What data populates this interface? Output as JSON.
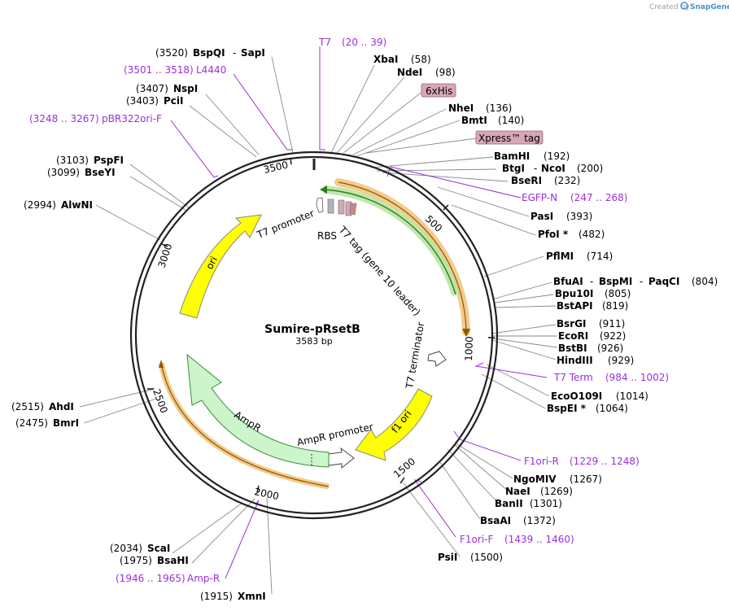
{
  "header": {
    "created_by": "Created by",
    "brand": "SnapGene"
  },
  "plasmid": {
    "name": "Sumire-pRsetB",
    "length_label": "3583 bp"
  },
  "ticks": [
    "500",
    "1000",
    "1500",
    "2000",
    "2500",
    "3000",
    "3500"
  ],
  "features": {
    "t7_promoter": "T7 promoter",
    "rbs": "RBS",
    "t7_tag": "T7 tag (gene 10 leader)",
    "t7_terminator": "T7 terminator",
    "f1_ori": "f1 ori",
    "ampr_promoter": "AmpR promoter",
    "ampr": "AmpR",
    "ori": "ori"
  },
  "boxed": {
    "his": "6xHis",
    "xpress": "Xpress™ tag"
  },
  "sites": {
    "bspqi_num": "(3520)",
    "bspqi": "BspQI",
    "dash1": "-",
    "sapi": "SapI",
    "xbai": "XbaI",
    "xbai_num": "(58)",
    "ndei": "NdeI",
    "ndei_num": "(98)",
    "nspi_num": "(3407)",
    "nspi": "NspI",
    "pcii_num": "(3403)",
    "pcii": "PciI",
    "nhei": "NheI",
    "nhei_num": "(136)",
    "bmti": "BmtI",
    "bmti_num": "(140)",
    "pspfi_num": "(3103)",
    "pspfi": "PspFI",
    "bseyi_num": "(3099)",
    "bseyi": "BseYI",
    "bamhi": "BamHI",
    "bamhi_num": "(192)",
    "btgi": "BtgI",
    "dash2": "-",
    "ncoi": "NcoI",
    "btgi_num": "(200)",
    "bseri": "BseRI",
    "bseri_num": "(232)",
    "alwni_num": "(2994)",
    "alwni": "AlwNI",
    "pasi": "PasI",
    "pasi_num": "(393)",
    "pfoi": "PfoI *",
    "pfoi_num": "(482)",
    "pflmi": "PflMI",
    "pflmi_num": "(714)",
    "bfuai": "BfuAI",
    "dash3": "-",
    "bspmi": "BspMI",
    "dash4": "-",
    "paqci": "PaqCI",
    "bfuai_num": "(804)",
    "bpu10i": "Bpu10I",
    "bpu10i_num": "(805)",
    "bstapi": "BstAPI",
    "bstapi_num": "(819)",
    "bsrgi": "BsrGI",
    "bsrgi_num": "(911)",
    "ecori": "EcoRI",
    "ecori_num": "(922)",
    "bstbi": "BstBI",
    "bstbi_num": "(926)",
    "hindiii": "HindIII",
    "hindiii_num": "(929)",
    "ecoo109i": "EcoO109I",
    "ecoo109i_num": "(1014)",
    "bspei": "BspEI *",
    "bspei_num": "(1064)",
    "ahdi_num": "(2515)",
    "ahdi": "AhdI",
    "bmri_num": "(2475)",
    "bmri": "BmrI",
    "ngomiv": "NgoMIV",
    "ngomiv_num": "(1267)",
    "naei": "NaeI",
    "naei_num": "(1269)",
    "banii": "BanII",
    "banii_num": "(1301)",
    "bsaai": "BsaAI",
    "bsaai_num": "(1372)",
    "psii": "PsiI",
    "psii_num": "(1500)",
    "scai_num": "(2034)",
    "scai": "ScaI",
    "bsahi_num": "(1975)",
    "bsahi": "BsaHI",
    "xmni_num": "(1915)",
    "xmni": "XmnI"
  },
  "primers": {
    "t7": "T7",
    "t7_range": "(20 .. 39)",
    "l4440_range": "(3501 .. 3518)",
    "l4440": "L4440",
    "pbr_range": "(3248 .. 3267)",
    "pbr": "pBR322ori-F",
    "egfp": "EGFP-N",
    "egfp_range": "(247 .. 268)",
    "t7term": "T7 Term",
    "t7term_range": "(984 .. 1002)",
    "f1orir": "F1ori-R",
    "f1orir_range": "(1229 .. 1248)",
    "f1orif": "F1ori-F",
    "f1orif_range": "(1439 .. 1460)",
    "ampr_range": "(1946 .. 1965)",
    "ampr": "Amp-R"
  },
  "colors": {
    "backbone": "#222222",
    "primer": "#9b30d9",
    "ori": "#ffff00",
    "ampr": "#ccf5cc",
    "ampr_outline": "#3a8a3a",
    "tag": "#d9a6b8",
    "cds_highlight": "#f2c27a",
    "t7tag_highlight": "#b8e6a3",
    "leader": "#888888"
  }
}
